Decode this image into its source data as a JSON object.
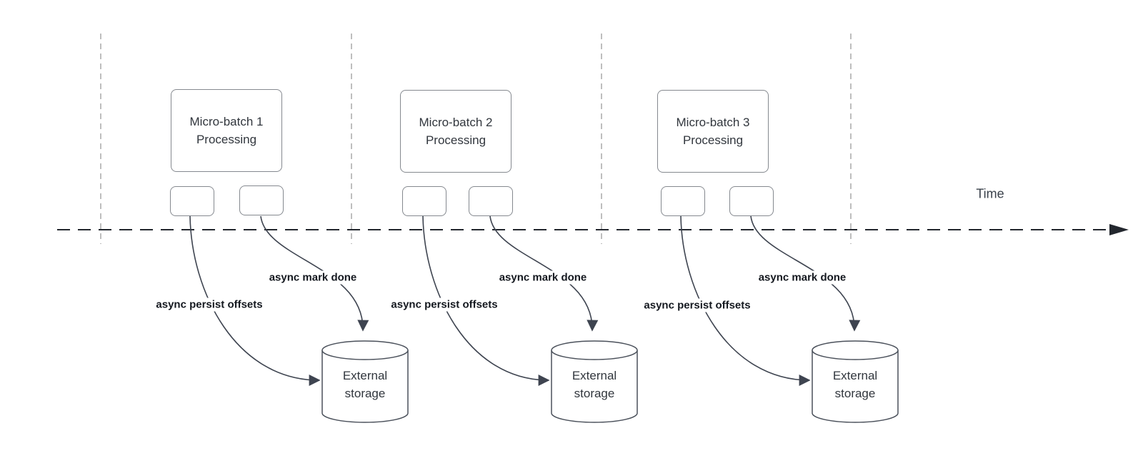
{
  "timeline": {
    "label": "Time"
  },
  "batches": [
    {
      "box_label": "Micro-batch 1\nProcessing",
      "persist_label": "async persist offsets",
      "done_label": "async mark done",
      "storage_label": "External\nstorage"
    },
    {
      "box_label": "Micro-batch 2\nProcessing",
      "persist_label": "async persist offsets",
      "done_label": "async mark done",
      "storage_label": "External\nstorage"
    },
    {
      "box_label": "Micro-batch 3\nProcessing",
      "persist_label": "async persist offsets",
      "done_label": "async mark done",
      "storage_label": "External\nstorage"
    }
  ],
  "colors": {
    "guide": "#a8a8a8",
    "timeline": "#23272e",
    "rect_border": "#85898f",
    "cyl_stroke": "#4b515b",
    "curve": "#3e4450",
    "text": "#31363d",
    "label_text": "#14181f",
    "time_text": "#3a414b"
  }
}
